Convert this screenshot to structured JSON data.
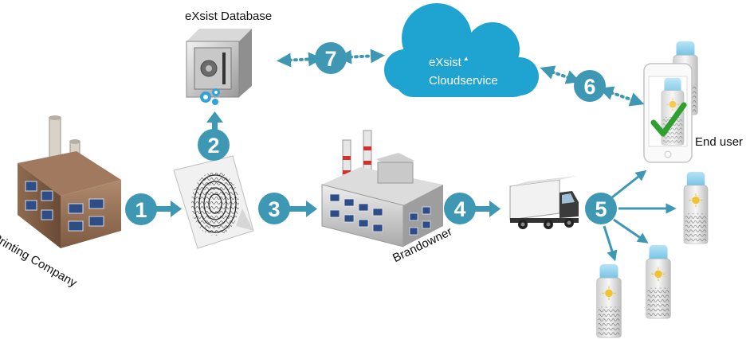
{
  "colors": {
    "accent": "#3e98b3",
    "cloud": "#1fa3d0",
    "check": "#2ea02e"
  },
  "labels": {
    "database": "eXsist Database",
    "cloud_line1": "eXsist",
    "cloud_line2": "Cloudservice",
    "printing_company": "Printing Company",
    "brandowner": "Brandowner",
    "end_user": "End user"
  },
  "steps": [
    "1",
    "2",
    "3",
    "4",
    "5",
    "6",
    "7"
  ],
  "product_text": "SUN",
  "icons": {
    "factory": "printing-factory-icon",
    "vault": "database-vault-icon",
    "fingerprint": "fingerprint-document-icon",
    "industrial": "brandowner-factory-icon",
    "truck": "truck-icon",
    "phone": "smartphone-icon",
    "bottle": "sun-bottle-icon"
  }
}
